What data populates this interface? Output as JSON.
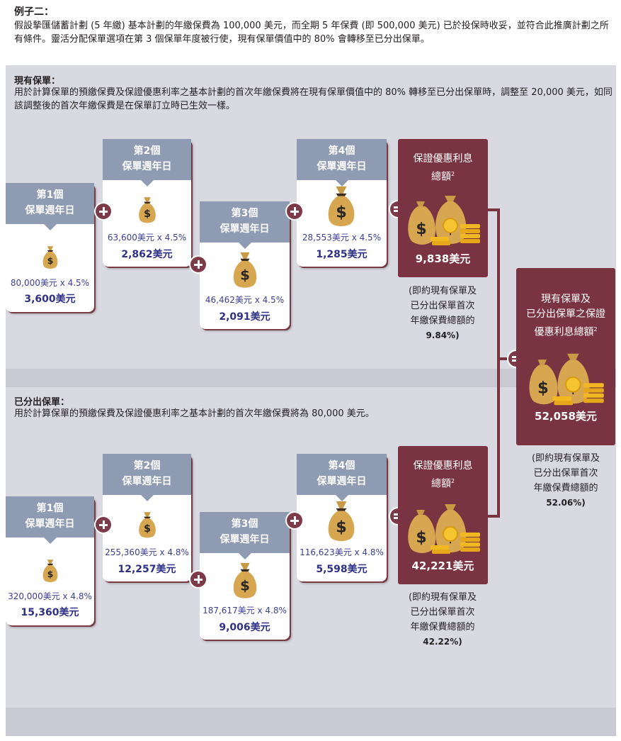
{
  "intro": {
    "title": "例子二：",
    "text": "假設摯匯儲蓄計劃 (5 年繳) 基本計劃的年繳保費為 100,000 美元，而全期 5 年保費 (即 500,000 美元) 已於投保時收妥，並符合此推廣計劃之所有條件。靈活分配保單選項在第 3 個保單年度被行使，現有保單價值中的 80% 會轉移至已分出保單。"
  },
  "existing": {
    "title": "現有保單：",
    "text": "用於計算保單的預繳保費及保證優惠利率之基本計劃的首次年繳保費將在現有保單價值中的 80% 轉移至已分出保單時，調整至 20,000 美元，如同該調整後的首次年繳保費是在保單訂立時已生效一樣。",
    "cards": [
      {
        "title": "第1個\n保單週年日",
        "calc": "80,000美元 x 4.5%",
        "amount": "3,600美元"
      },
      {
        "title": "第2個\n保單週年日",
        "calc": "63,600美元 x 4.5%",
        "amount": "2,862美元"
      },
      {
        "title": "第3個\n保單週年日",
        "calc": "46,462美元 x 4.5%",
        "amount": "2,091美元"
      },
      {
        "title": "第4個\n保單週年日",
        "calc": "28,553美元 x 4.5%",
        "amount": "1,285美元"
      }
    ],
    "total_label": "保證優惠利息\n總額",
    "total_sup": "2",
    "total_amount": "9,838美元",
    "note": "(即約現有保單及\n已分出保單首次\n年繳保費總額的",
    "note_pct": "9.84%)"
  },
  "split": {
    "title": "已分出保單：",
    "text": "用於計算保單的預繳保費及保證優惠利率之基本計劃的首次年繳保費將為 80,000 美元。",
    "cards": [
      {
        "title": "第1個\n保單週年日",
        "calc": "320,000美元 x 4.8%",
        "amount": "15,360美元"
      },
      {
        "title": "第2個\n保單週年日",
        "calc": "255,360美元 x 4.8%",
        "amount": "12,257美元"
      },
      {
        "title": "第3個\n保單週年日",
        "calc": "187,617美元 x 4.8%",
        "amount": "9,006美元"
      },
      {
        "title": "第4個\n保單週年日",
        "calc": "116,623美元 x 4.8%",
        "amount": "5,598美元"
      }
    ],
    "total_label": "保證優惠利息\n總額",
    "total_sup": "2",
    "total_amount": "42,221美元",
    "note": "(即約現有保單及\n已分出保單首次\n年繳保費總額的",
    "note_pct": "42.22%)"
  },
  "grand": {
    "label": "現有保單及\n已分出保單之保證\n優惠利息總額",
    "sup": "2",
    "amount": "52,058美元",
    "note": "(即約現有保單及\n已分出保單首次\n年繳保費總額的",
    "note_pct": "52.06%)"
  },
  "colors": {
    "maroon": "#7a3340",
    "header_blue": "#8f9bb2",
    "amount_blue": "#2e3185",
    "panel_grey": "#d9d9e1",
    "coin_gold": "#f2b822",
    "bag_tan": "#d2a24c"
  },
  "icons": [
    "money-bag-icon",
    "money-bags-coins-icon",
    "plus-icon",
    "equals-icon"
  ]
}
